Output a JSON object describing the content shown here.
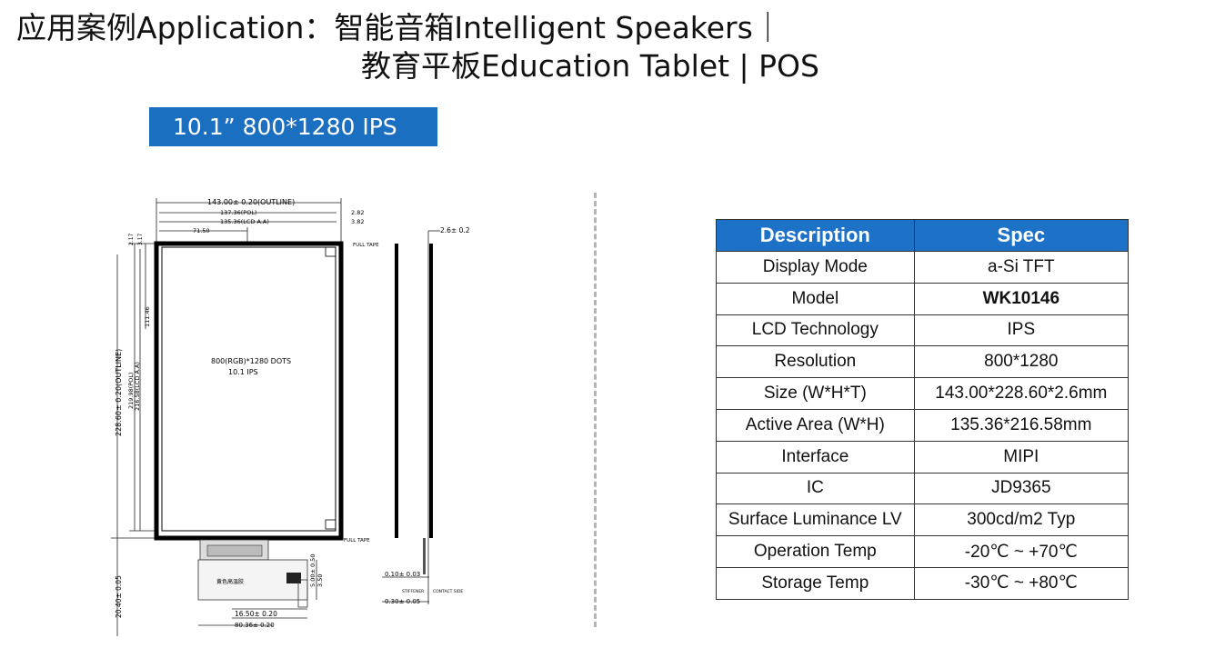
{
  "header": {
    "title_line1": "应用案例Application：智能音箱Intelligent Speakers｜",
    "title_line2": "教育平板Education Tablet | POS",
    "badge": "10.1”   800*1280 IPS"
  },
  "drawing": {
    "dim_outline_width": "143.00± 0.20(OUTLINE)",
    "dim_pol_width": "137.36(POL)",
    "dim_lcd_aa_width": "135.36(LCD A.A)",
    "dim_half": "71.50",
    "dim_282": "2.82",
    "dim_382": "3.82",
    "dim_217": "2.17",
    "dim_317": "3.17",
    "dim_11146": "111.46",
    "dim_outline_height": "228.60± 0.20(OUTLINE)",
    "dim_pol_height": "219.98(POL)",
    "dim_lcd_aa_height": "216.58(LCD A.A)",
    "center_label_1": "800(RGB)*1280 DOTS",
    "center_label_2": "10.1 IPS",
    "full_tape_top": "FULL TAPE",
    "full_tape_bottom": "FULL TAPE",
    "thickness": "2.6± 0.2",
    "fpc_label": "黄色高温胶",
    "dim_500": "5.00± 0.50",
    "dim_350": "3.50",
    "dim_2040": "20.40± 0.05",
    "dim_1650": "16.50± 0.20",
    "dim_8036": "80.36± 0.20",
    "dim_010": "0.10± 0.03",
    "dim_030": "0.30± 0.05",
    "stiffener": "STIFFENER",
    "contact_side": "CONTACT SIDE"
  },
  "spec_table": {
    "header_description": "Description",
    "header_spec": "Spec",
    "rows": [
      {
        "description": "Display Mode",
        "spec": "a-Si TFT"
      },
      {
        "description": "Model",
        "spec": "WK10146"
      },
      {
        "description": "LCD Technology",
        "spec": "IPS"
      },
      {
        "description": "Resolution",
        "spec": "800*1280"
      },
      {
        "description": "Size (W*H*T)",
        "spec": "143.00*228.60*2.6mm"
      },
      {
        "description": "Active Area (W*H)",
        "spec": "135.36*216.58mm"
      },
      {
        "description": "Interface",
        "spec": "MIPI"
      },
      {
        "description": "IC",
        "spec": "JD9365"
      },
      {
        "description": "Surface Luminance LV",
        "spec": "300cd/m2 Typ"
      },
      {
        "description": "Operation Temp",
        "spec": "-20℃ ~ +70℃"
      },
      {
        "description": "Storage Temp",
        "spec": "-30℃ ~ +80℃"
      }
    ]
  },
  "colors": {
    "badge_bg": "#1a6fc0",
    "table_header_bg": "#1d72c8"
  }
}
